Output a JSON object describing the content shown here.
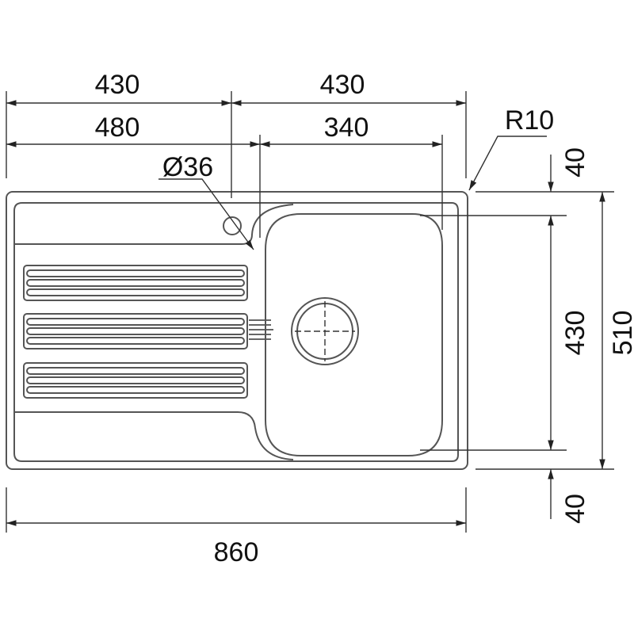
{
  "dimensions": {
    "top_left_430": "430",
    "top_right_430": "430",
    "drainer_480": "480",
    "bowl_340": "340",
    "tap_hole": "Ø36",
    "radius": "R10",
    "total_width": "860",
    "total_depth": "510",
    "bowl_depth": "430",
    "margin_top": "40",
    "margin_bottom": "40"
  },
  "colors": {
    "line": "#555555",
    "text": "#111111"
  }
}
